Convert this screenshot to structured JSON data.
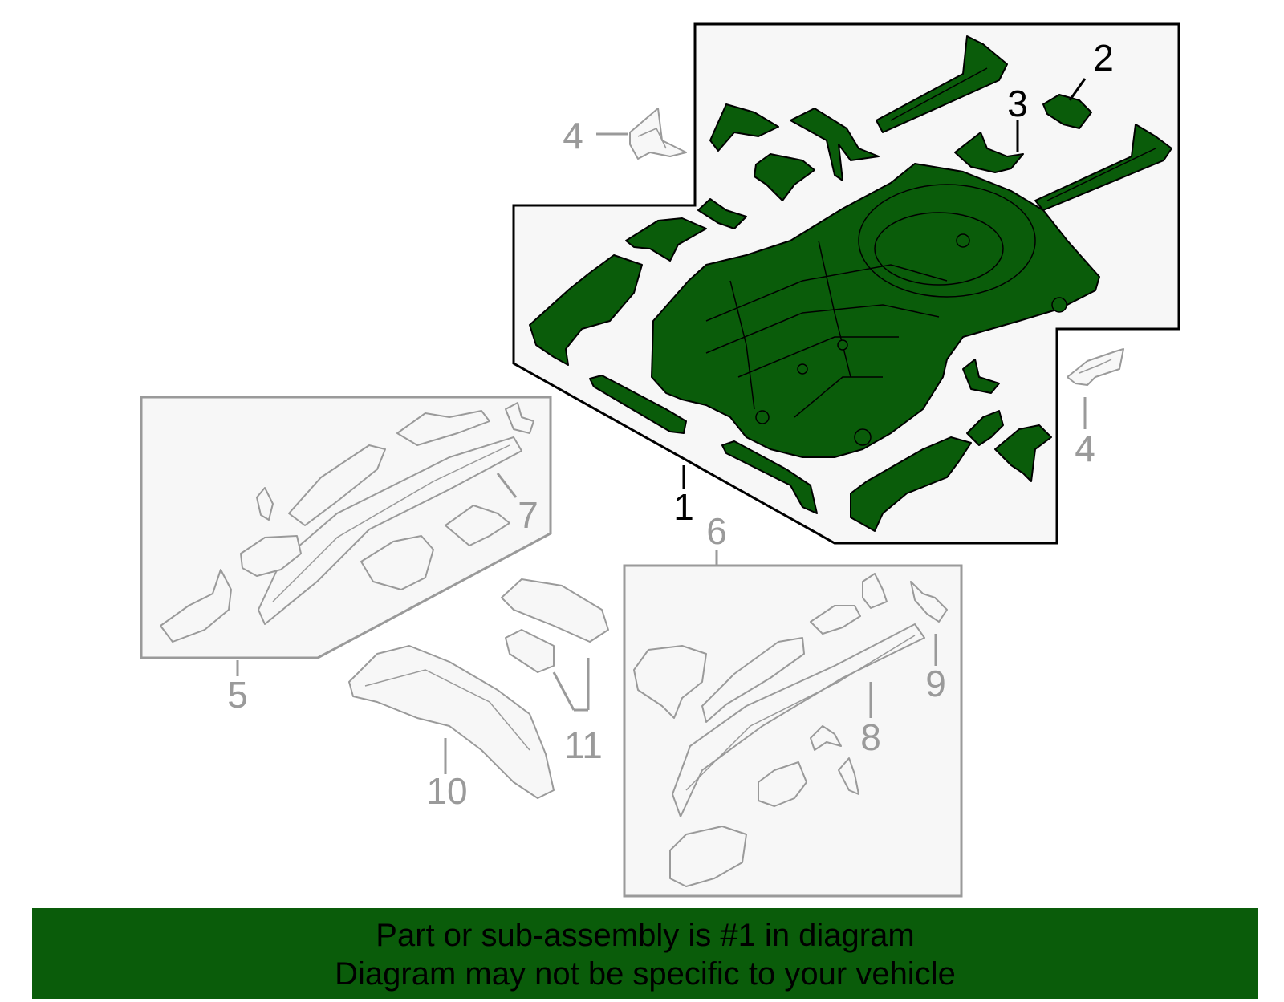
{
  "diagram": {
    "callouts": [
      {
        "id": "c1",
        "text": "1"
      },
      {
        "id": "c2",
        "text": "2"
      },
      {
        "id": "c3",
        "text": "3"
      },
      {
        "id": "c4a",
        "text": "4"
      },
      {
        "id": "c4b",
        "text": "4"
      },
      {
        "id": "c5",
        "text": "5"
      },
      {
        "id": "c6",
        "text": "6"
      },
      {
        "id": "c7",
        "text": "7"
      },
      {
        "id": "c8",
        "text": "8"
      },
      {
        "id": "c9",
        "text": "9"
      },
      {
        "id": "c10",
        "text": "10"
      },
      {
        "id": "c11",
        "text": "11"
      }
    ],
    "highlight_color": "#0a5c0a",
    "inactive_color": "#9a9a9a"
  },
  "banner": {
    "line1": "Part or sub-assembly is #1 in diagram",
    "line2": "Diagram may not be specific to your vehicle",
    "background": "#0a5c0a"
  }
}
